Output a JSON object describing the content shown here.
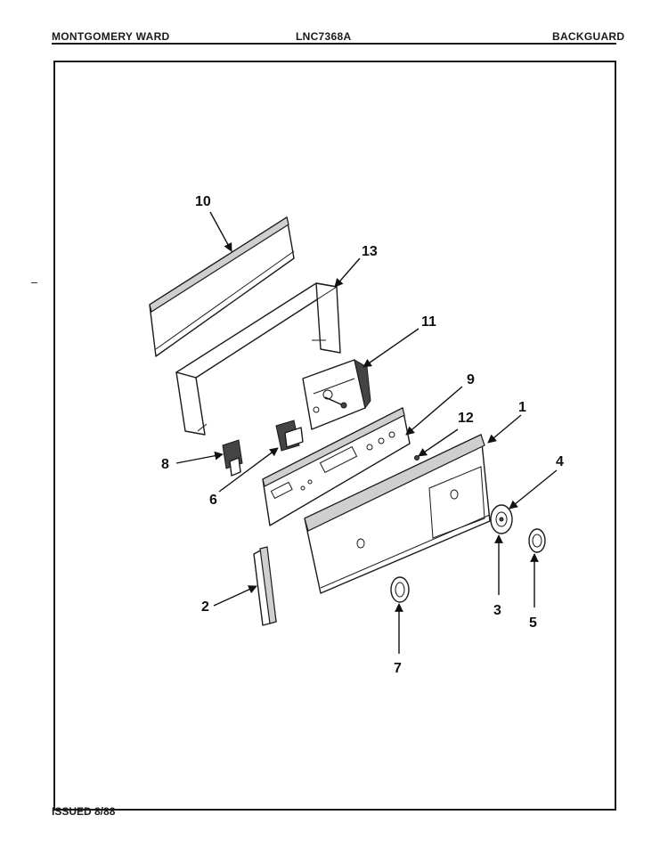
{
  "header": {
    "left": "MONTGOMERY WARD",
    "model": "LNC7368A",
    "section": "BACKGUARD"
  },
  "footer": {
    "issued": "ISSUED 8/88"
  },
  "callouts": [
    "10",
    "13",
    "11",
    "9",
    "12",
    "1",
    "4",
    "8",
    "6",
    "2",
    "3",
    "5",
    "7"
  ]
}
